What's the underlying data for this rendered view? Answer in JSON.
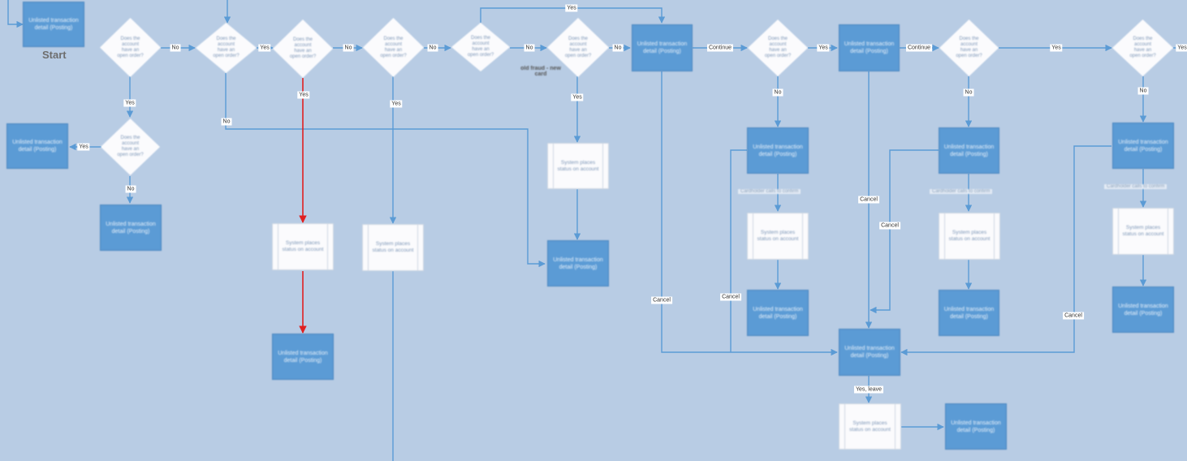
{
  "diagram": {
    "start_label": "Start",
    "colors": {
      "background": "#b8cce4",
      "connector": "#5b9bd5",
      "highlight_path": "#e02020",
      "terminal_box": "#5b9bd5",
      "process_box": "#fbfbfd",
      "decision": "#fbfbfd"
    },
    "blurred_box_text": "Unlisted transaction detail (Posting)",
    "blurred_process_text": "System places status on account",
    "blurred_decision_text": "Does the account have an open order?",
    "blurred_note_text": "Cardholder calls to confirm",
    "annotation": "old fraud - new card",
    "edge_labels": {
      "no_1": "No",
      "yes_1": "Yes",
      "no_2": "No",
      "yes_2": "Yes",
      "no_3": "No",
      "yes_3": "Yes",
      "no_4": "No",
      "yes_4": "Yes",
      "no_5": "No",
      "no_6": "No",
      "no_7": "No",
      "yes_7": "Yes",
      "no_8": "No",
      "yes_top": "Yes",
      "continue_1": "Continue",
      "yes_9": "Yes",
      "no_9": "No",
      "continue_2": "Continue",
      "no_10": "No",
      "yes_10": "Yes",
      "no_11": "No",
      "yes_11": "Yes",
      "cancel_1": "Cancel",
      "cancel_2": "Cancel",
      "cancel_3": "Cancel",
      "cancel_4": "Cancel",
      "cancel_5": "Cancel",
      "yes_leave": "Yes, leave"
    }
  }
}
